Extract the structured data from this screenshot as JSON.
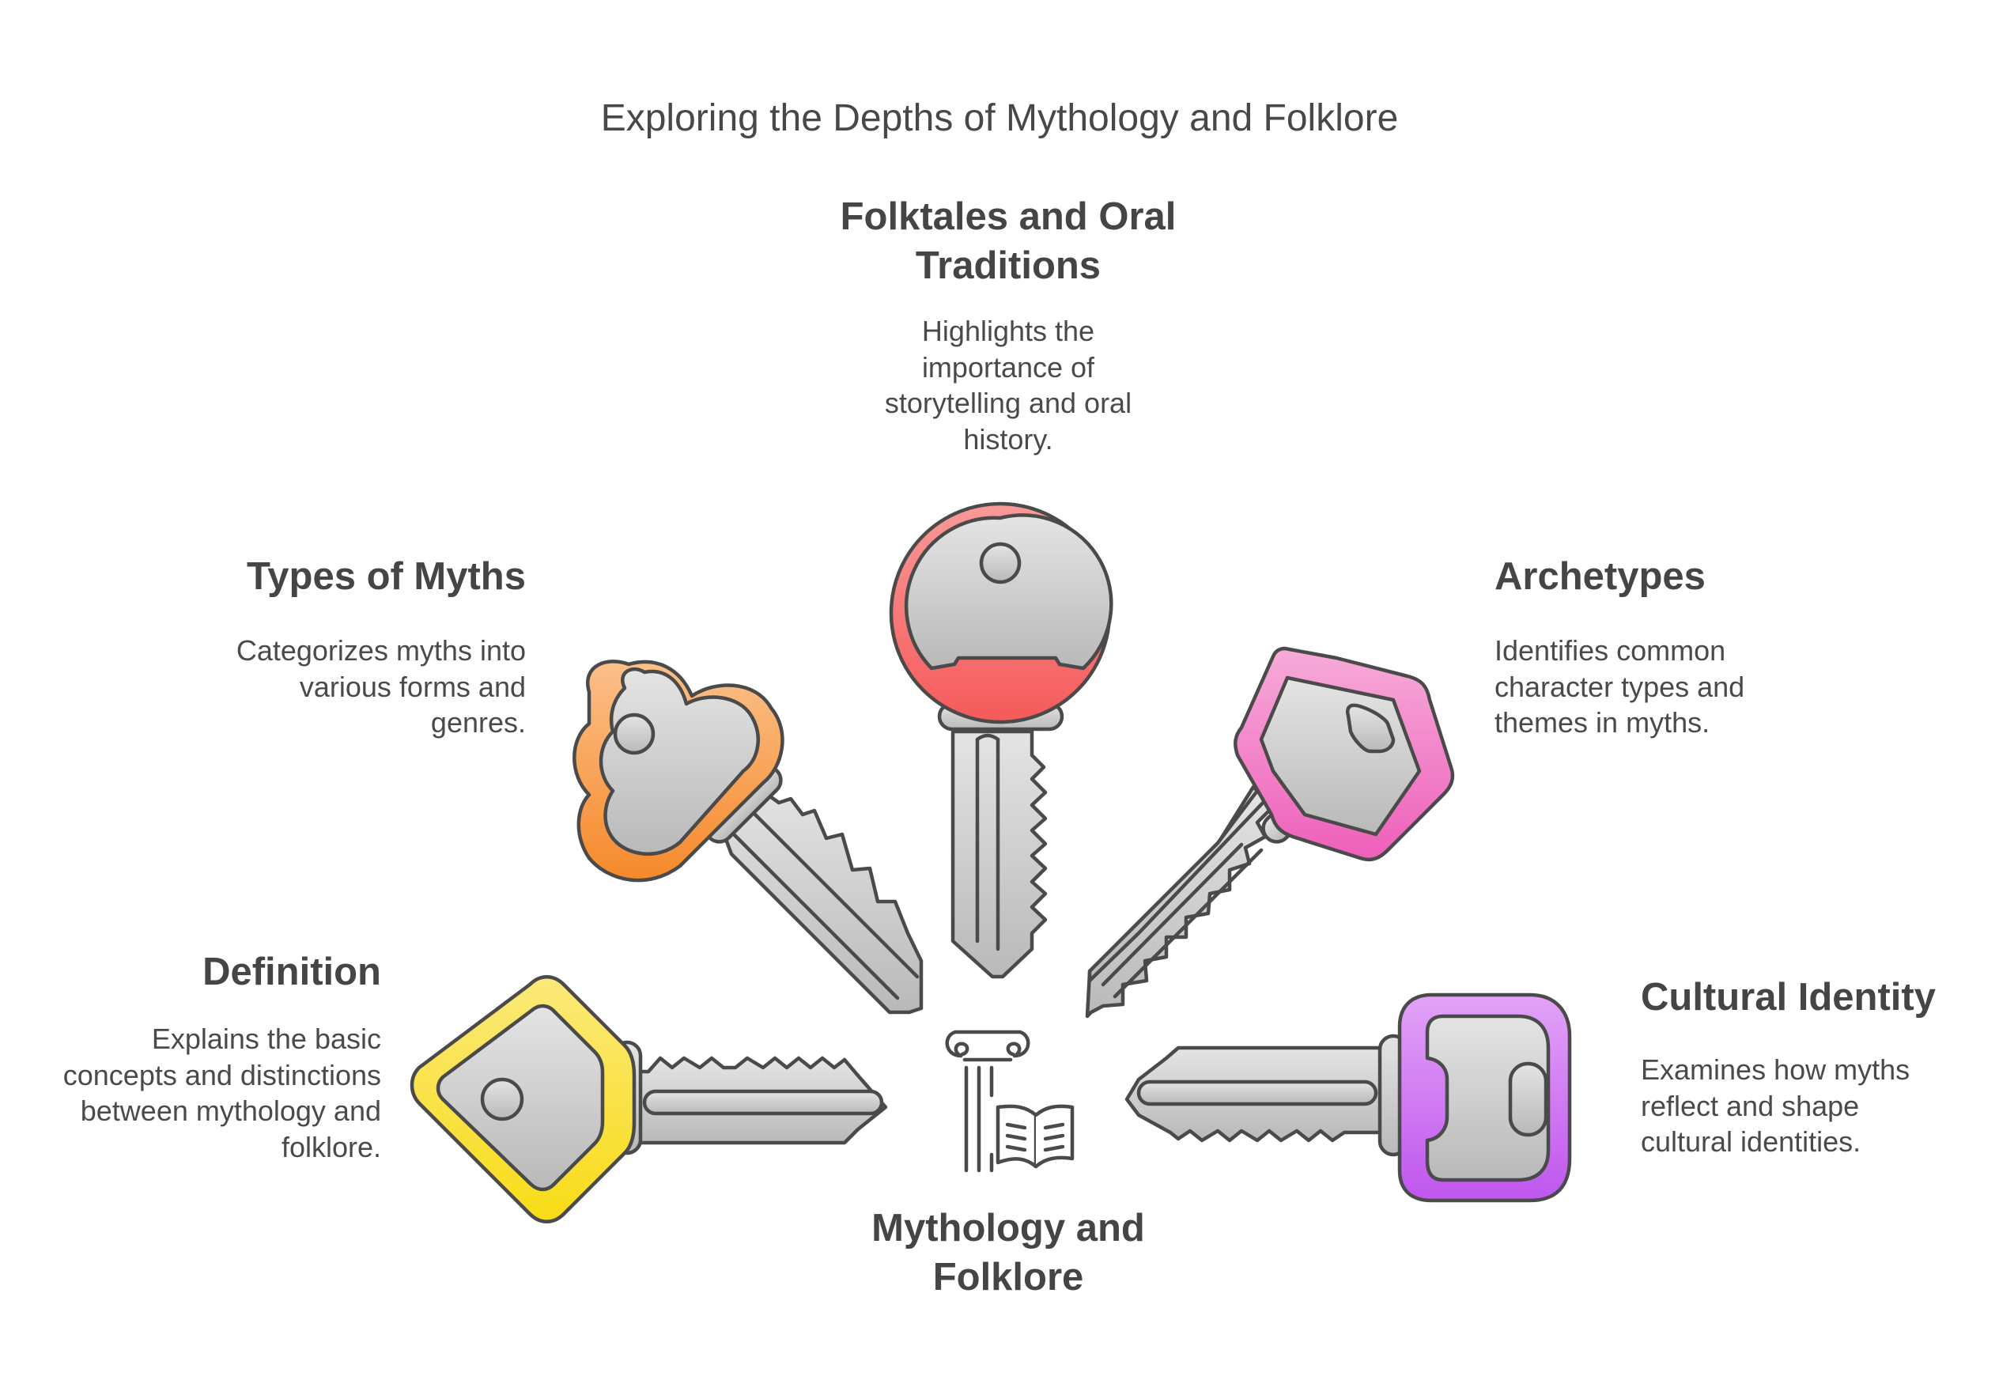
{
  "title": "Exploring the Depths of Mythology and Folklore",
  "center": {
    "label": "Mythology and Folklore",
    "icon": "column-book-icon"
  },
  "items": [
    {
      "key": "definition",
      "heading": "Definition",
      "description": "Explains the basic concepts and distinctions between mythology and folklore.",
      "color": "#f7dc2a",
      "icon": "square-key-icon"
    },
    {
      "key": "types",
      "heading": "Types of Myths",
      "description": "Categorizes myths into various forms and genres.",
      "color": "#f89b3a",
      "icon": "clover-key-icon"
    },
    {
      "key": "folktales",
      "heading": "Folktales and Oral Traditions",
      "description": "Highlights the importance of storytelling and oral history.",
      "color": "#f77070",
      "icon": "round-key-icon"
    },
    {
      "key": "archetypes",
      "heading": "Archetypes",
      "description": "Identifies common character types and themes in myths.",
      "color": "#f27ec9",
      "icon": "hexagon-key-icon"
    },
    {
      "key": "cultural",
      "heading": "Cultural Identity",
      "description": "Examines how myths reflect and shape cultural identities.",
      "color": "#cc6ff2",
      "icon": "rectangle-key-icon"
    }
  ]
}
